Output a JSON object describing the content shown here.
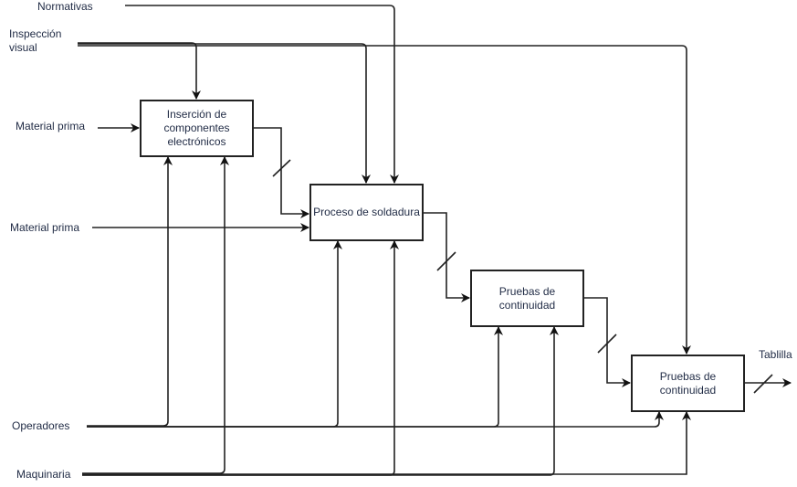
{
  "diagram": {
    "type": "IDEF0",
    "inputs": {
      "normativas": "Normativas",
      "inspeccion": "Inspección\nvisual",
      "material1": "Material prima",
      "material2": "Material prima",
      "operadores": "Operadores",
      "maquinaria": "Maquinaria"
    },
    "output": "Tablilla",
    "boxes": [
      {
        "label": "Inserción de\ncomponentes\nelectrónicos"
      },
      {
        "label": "Proceso de soldadura"
      },
      {
        "label": "Pruebas de\ncontinuidad"
      },
      {
        "label": "Pruebas de\ncontinuidad"
      }
    ]
  }
}
